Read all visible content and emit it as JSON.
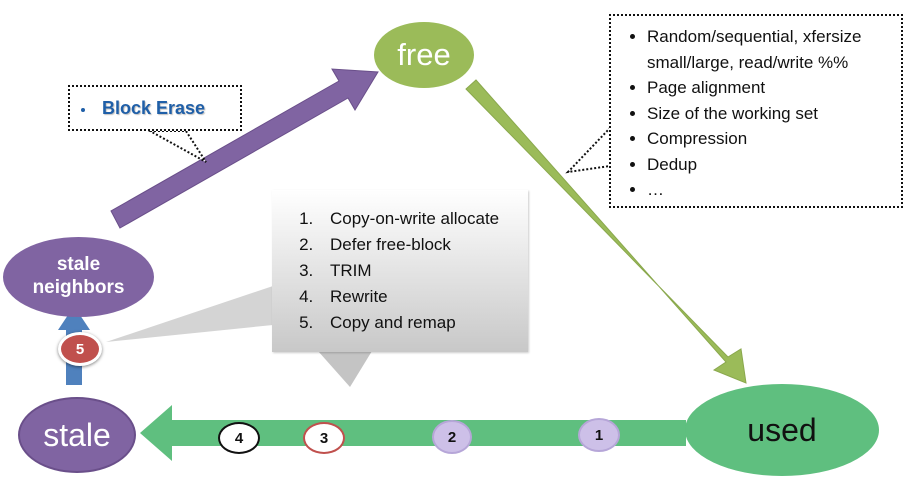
{
  "nodes": {
    "free": "free",
    "used": "used",
    "stale": "stale",
    "stale_neighbors_line1": "stale",
    "stale_neighbors_line2": "neighbors"
  },
  "badges": [
    "1",
    "2",
    "3",
    "4",
    "5"
  ],
  "callouts": {
    "block_erase": "Block Erase",
    "factors": [
      "Random/sequential, xfersize small/large, read/write %%",
      "Page alignment",
      "Size of the working set",
      "Compression",
      "Dedup",
      "…"
    ],
    "steps": [
      "Copy-on-write allocate",
      "Defer free-block",
      "TRIM",
      "Rewrite",
      "Copy and remap"
    ]
  },
  "colors": {
    "free": "#9bbb59",
    "used": "#5fbf7f",
    "stale": "#8064a2",
    "arrow_purple": "#8064a2",
    "arrow_green_light": "#9bbb59",
    "arrow_green": "#5fbf7f",
    "arrow_blue": "#4f81bd",
    "badge_red": "#c0504d"
  }
}
